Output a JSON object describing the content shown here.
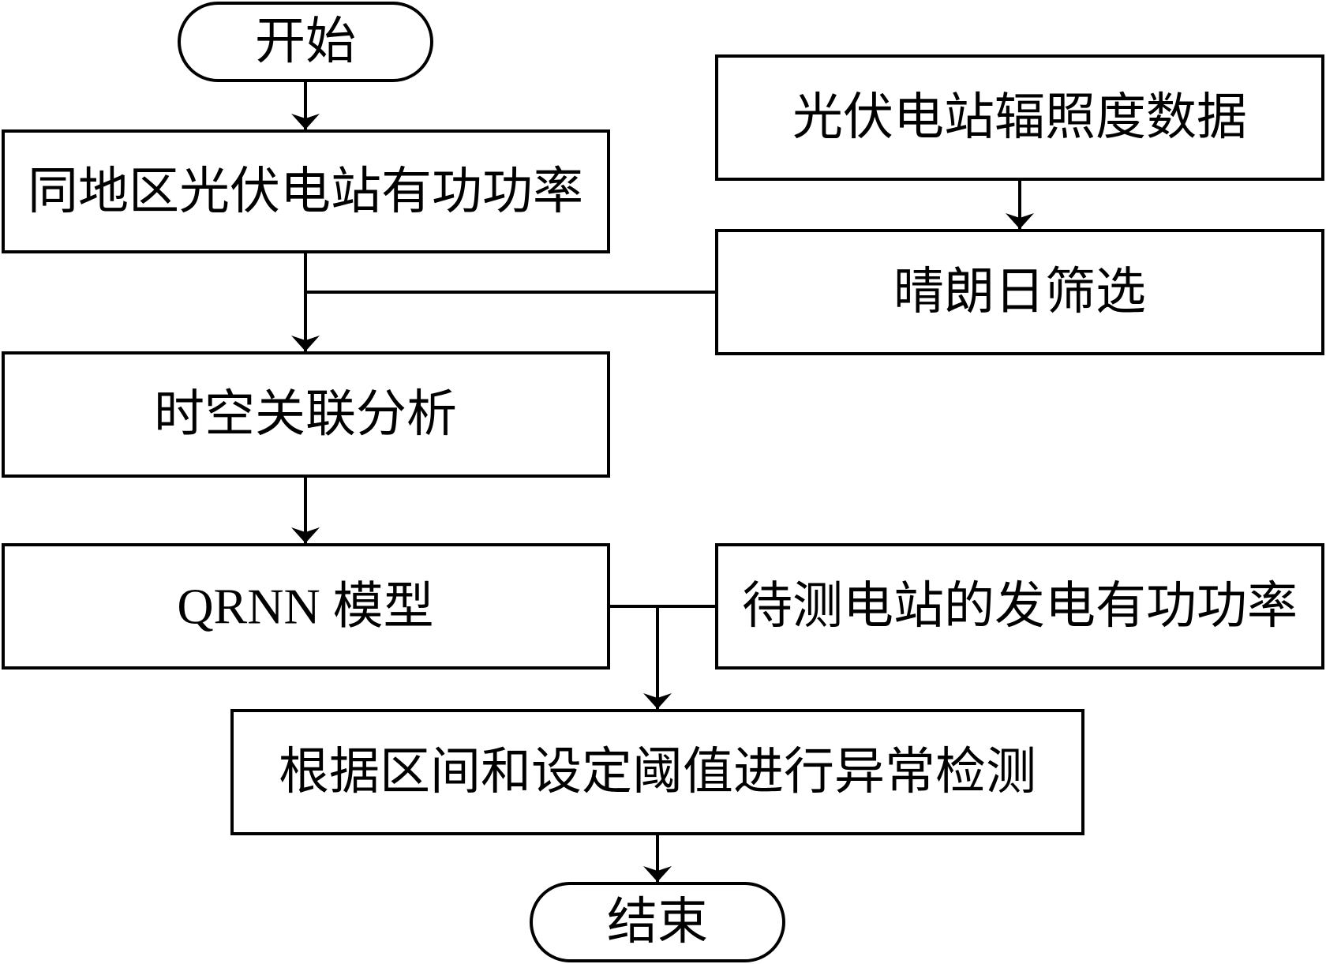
{
  "nodes": {
    "start": "开始",
    "regional_power": "同地区光伏电站有功功率",
    "irradiance_data": "光伏电站辐照度数据",
    "clear_day_filter": "晴朗日筛选",
    "spatiotemporal_analysis": "时空关联分析",
    "qrnn_model": "QRNN 模型",
    "target_station_power": "待测电站的发电有功功率",
    "anomaly_detection": "根据区间和设定阈值进行异常检测",
    "end": "结束"
  }
}
